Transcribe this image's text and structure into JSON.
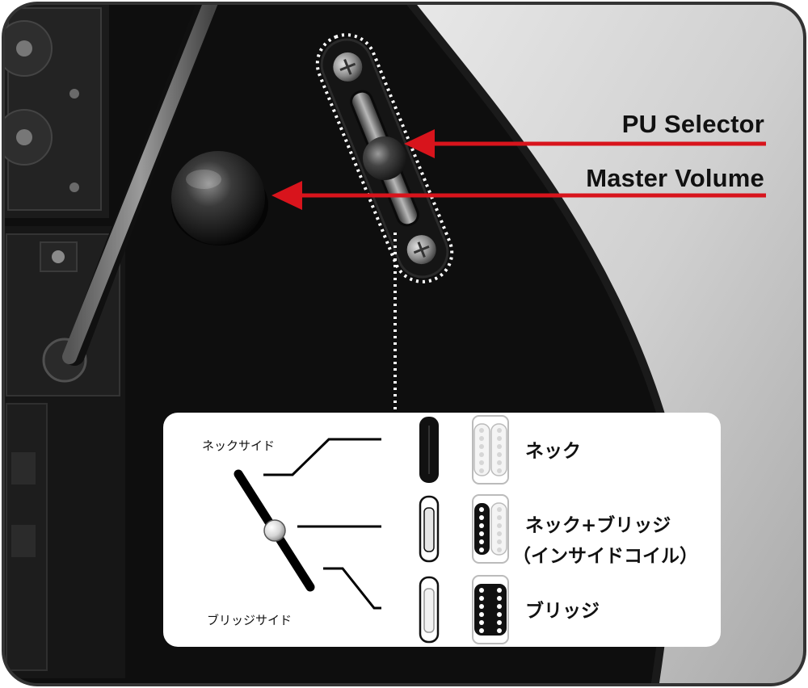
{
  "callouts": {
    "pu_selector": "PU Selector",
    "master_volume": "Master Volume"
  },
  "legend": {
    "neck_side": "ネックサイド",
    "bridge_side": "ブリッジサイド",
    "positions": [
      {
        "label": "ネック",
        "sub": ""
      },
      {
        "label": "ネック+ブリッジ",
        "sub": "（インサイドコイル）"
      },
      {
        "label": "ブリッジ",
        "sub": ""
      }
    ]
  },
  "colors": {
    "arrow": "#d8141c",
    "frame": "#333333",
    "guitar_body": "#0e0e0e",
    "pickguard": "#cfcfcf"
  }
}
